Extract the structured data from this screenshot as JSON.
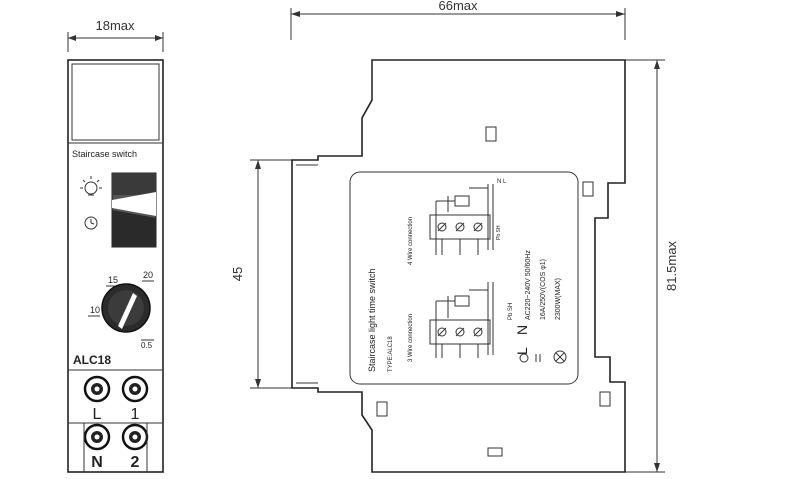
{
  "dimensions": {
    "front_width": "18max",
    "side_width": "66max",
    "side_height": "81.5max",
    "label_height": "45"
  },
  "front": {
    "panel_title": "Staircase switch",
    "model": "ALC18",
    "scale": {
      "s10": "10",
      "s15": "15",
      "s20": "20",
      "s05": "0.5"
    },
    "terminals": {
      "t_L": "L",
      "t_1": "1",
      "t_N": "N",
      "t_2": "2"
    }
  },
  "label": {
    "title": "Staircase light time switch",
    "type": "TYPE:ALC18",
    "wire4": "4 Wire connection",
    "wire3": "3 Wire connection",
    "pb": "Pb SH",
    "N": "N",
    "L": "L",
    "L_big": "L",
    "N_big": "N",
    "spec1": "AC220~240V 50/60Hz",
    "spec2": "16A/250V(COS φ1)",
    "spec3": "2300W(MAX)"
  }
}
